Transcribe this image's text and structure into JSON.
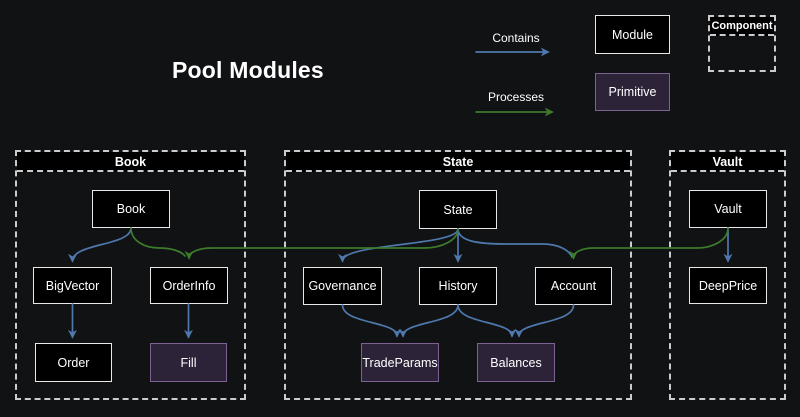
{
  "title": "Pool Modules",
  "legend": {
    "contains_label": "Contains",
    "processes_label": "Processes",
    "module_label": "Module",
    "primitive_label": "Primitive",
    "component_label": "Component"
  },
  "colors": {
    "background": "#111214",
    "node_fill": "#000000",
    "node_border": "#e8e8e8",
    "primitive_fill": "#2d2338",
    "primitive_border": "#7c6293",
    "dashed_border": "#cccccc",
    "contains_arrow": "#4f78ad",
    "processes_arrow": "#3d7c2a"
  },
  "containers": [
    {
      "label": "Book"
    },
    {
      "label": "State"
    },
    {
      "label": "Vault"
    }
  ],
  "nodes": {
    "book": {
      "label": "Book",
      "type": "module"
    },
    "bigvector": {
      "label": "BigVector",
      "type": "module"
    },
    "orderinfo": {
      "label": "OrderInfo",
      "type": "module"
    },
    "order": {
      "label": "Order",
      "type": "module"
    },
    "fill": {
      "label": "Fill",
      "type": "primitive"
    },
    "state": {
      "label": "State",
      "type": "module"
    },
    "governance": {
      "label": "Governance",
      "type": "module"
    },
    "history": {
      "label": "History",
      "type": "module"
    },
    "account": {
      "label": "Account",
      "type": "module"
    },
    "tradeparams": {
      "label": "TradeParams",
      "type": "primitive"
    },
    "balances": {
      "label": "Balances",
      "type": "primitive"
    },
    "vault": {
      "label": "Vault",
      "type": "module"
    },
    "deepprice": {
      "label": "DeepPrice",
      "type": "module"
    }
  },
  "edges": [
    {
      "from": "Book",
      "to": "BigVector",
      "type": "contains"
    },
    {
      "from": "Book",
      "to": "OrderInfo",
      "type": "processes"
    },
    {
      "from": "State",
      "to": "OrderInfo",
      "type": "processes"
    },
    {
      "from": "State",
      "to": "Governance",
      "type": "contains"
    },
    {
      "from": "State",
      "to": "History",
      "type": "contains"
    },
    {
      "from": "State",
      "to": "Account",
      "type": "contains"
    },
    {
      "from": "Vault",
      "to": "Account",
      "type": "processes"
    },
    {
      "from": "Vault",
      "to": "DeepPrice",
      "type": "contains"
    },
    {
      "from": "BigVector",
      "to": "Order",
      "type": "contains"
    },
    {
      "from": "OrderInfo",
      "to": "Fill",
      "type": "contains"
    },
    {
      "from": "Governance",
      "to": "TradeParams",
      "type": "contains"
    },
    {
      "from": "History",
      "to": "TradeParams",
      "type": "contains"
    },
    {
      "from": "History",
      "to": "Balances",
      "type": "contains"
    },
    {
      "from": "Account",
      "to": "Balances",
      "type": "contains"
    }
  ]
}
